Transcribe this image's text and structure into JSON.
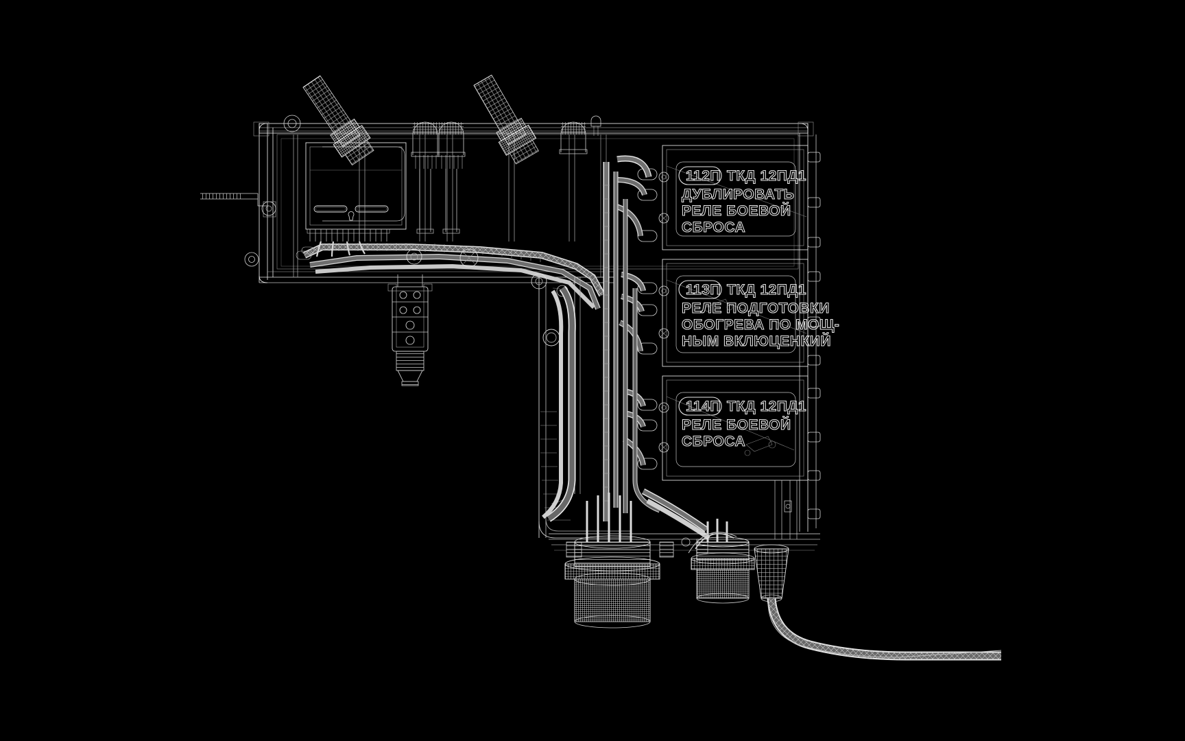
{
  "meta": {
    "title": "Relay Junction Box Wireframe",
    "view": "side elevation",
    "render_style": "white wireframe on black",
    "colors": {
      "background": "#000000",
      "wire": "#ffffff",
      "wire_dim": "#9a9a9a",
      "wire_faint": "#4a4a4a",
      "text": "#e8e8e8"
    }
  },
  "panels": [
    {
      "tag": "112П",
      "device": "ТКД 12ПД1",
      "lines": [
        "ДУБЛИРОВАТЬ",
        "РЕЛЕ БОЕВОЙ",
        "СБРОСА"
      ]
    },
    {
      "tag": "113П",
      "device": "ТКД 12ПД1",
      "lines": [
        "РЕЛЕ ПОДГОТОВКИ",
        "ОБОГРЕВА ПО МОЩ-",
        "НЫМ ВКЛЮЦЕНКИЙ"
      ]
    },
    {
      "tag": "114П",
      "device": "ТКД 12ПД1",
      "lines": [
        "РЕЛЕ БОЕВОЙ",
        "СБРОСА"
      ]
    }
  ],
  "components": {
    "chassis_box": "chassis-enclosure",
    "inner_module": "inner-module-plate",
    "dome_posts": 4,
    "cable_gland_diagonal": 2,
    "terminal_block": "hanging-terminal-block",
    "connectors_bottom": 3,
    "harness_bundles": 6
  }
}
